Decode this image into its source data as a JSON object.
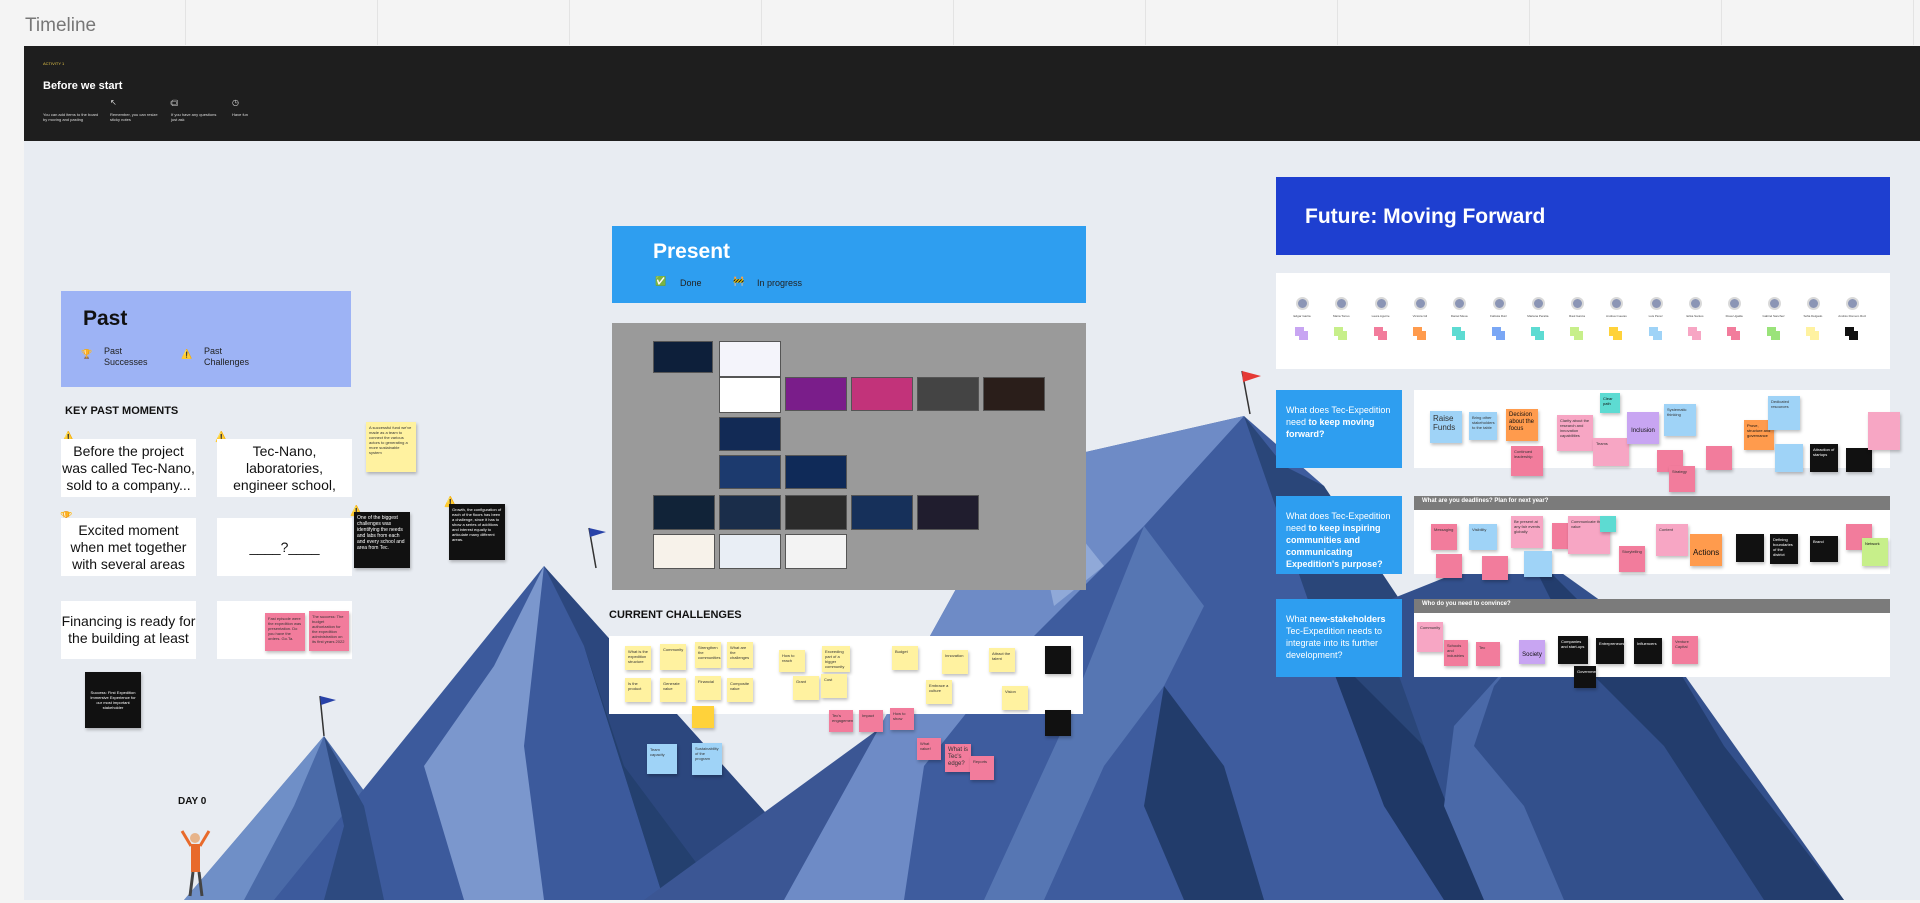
{
  "board": {
    "frame_title": "Timeline",
    "topbar": {
      "activity_label": "ACTIVITY 1",
      "title": "Before we start",
      "tips": [
        {
          "icon": "cursor-icon",
          "text": "You can add items to the board by moving and pasting"
        },
        {
          "icon": "sticky-note-icon",
          "text": "Remember, you can resize sticky notes"
        },
        {
          "icon": "comment-icon",
          "text": "If you have any questions just ask"
        },
        {
          "icon": "timer-icon",
          "text": "Have fun"
        }
      ]
    },
    "past": {
      "title": "Past",
      "legend": [
        {
          "icon": "trophy-icon",
          "glyph": "🏆",
          "line1": "Past",
          "line2": "Successes"
        },
        {
          "icon": "warning-icon",
          "glyph": "⚠️",
          "line1": "Past",
          "line2": "Challenges"
        }
      ],
      "section_label": "KEY PAST MOMENTS",
      "moments": [
        "Before the project was called Tec-Nano, sold to a company...",
        "Tec-Nano, laboratories, engineer school,",
        "Excited moment when met together with several areas",
        "____?____",
        "Financing is ready for the building at least"
      ],
      "notes": {
        "yellow": "A successful fund we've made as a team to connect the various actors to generating a more sustainable system",
        "black1": "One of the biggest challenges was identifying the needs and labs from each and every school and area from Tec.",
        "black2": "Growth, the configuration of each of the floors has been a challenge, since it has to show a series of additions and interest equally to articulate many different areas.",
        "pink1": "Fast episode were the expedition was presentation. Do you have the orders. Go.Ta.",
        "pink2": "The success: The budget authorization for the expedition administration on its first years 2022",
        "black3": "Success: First Expedition Immersive Experience for our most important stakeholder"
      },
      "day_label": "DAY 0"
    },
    "present": {
      "title": "Present",
      "legend": [
        {
          "icon": "check-icon",
          "glyph": "✅",
          "label": "Done"
        },
        {
          "icon": "construction-icon",
          "glyph": "🚧",
          "label": "In progress"
        }
      ],
      "section_label": "CURRENT CHALLENGES",
      "challenge_notes": [
        "What is the expedition structure",
        "Community",
        "Strengthen the communities",
        "What are the challenges",
        "How to reach",
        "Exceeding part of a bigger community",
        "Is the product",
        "Generate value",
        "Financial",
        "Grant",
        "Cost",
        "Composite value",
        "Attract the talent",
        "Embrace a culture",
        "Vision",
        "Budget",
        "Innovation"
      ],
      "pink_notes": [
        "What value!",
        "What is Tec's edge?",
        "How to show",
        "Impact",
        "Tec's engagement",
        "Reports"
      ],
      "blue_notes": [
        "Team capacity",
        "Sustainability of the program"
      ]
    },
    "future": {
      "title": "Future: Moving Forward",
      "participants": [
        "Edgar Garita",
        "Maria Torres",
        "Laura Aguirre",
        "Victoria Gil",
        "Daniel Mesa",
        "Fabiola Ruiz",
        "Mariana Peralta",
        "Raul Garcia",
        "Andrea Cuevas",
        "Luis Pérez",
        "Erika Santos",
        "Rosa Ugalde",
        "Gabriel Sanchez",
        "Sofia Delgado",
        "Andrés Romero Ruiz"
      ],
      "questions": [
        {
          "prefix": "What does Tec-Expedition need",
          "bold": "to keep moving forward?",
          "suffix": ""
        },
        {
          "prefix": "What does Tec-Expedition need",
          "bold": "to keep inspiring communities and communicating Expedition's purpose?",
          "suffix": ""
        },
        {
          "prefix": "What",
          "bold": "new-stakeholders",
          "suffix": "Tec-Expedition needs to integrate into its further development?"
        }
      ],
      "strip_labels": [
        "What are you deadlines? Plan for next year?",
        "Who do you need to convince?"
      ],
      "row1_notes": [
        "Raise Funds",
        "Bring other stakeholders to the table",
        "Decision about the focus",
        "Clarity about the research and innovation capabilities",
        "Clear path",
        "Inclusion",
        "Systematic thinking",
        "Prove, structure and governance",
        "Dedicated resources",
        "Attraction of startups",
        "Continued leadership",
        "Teams",
        "Strategy"
      ],
      "row2_notes": [
        "Messaging",
        "Visibility",
        "Be present at any fair events globally",
        "Communicate the value",
        "Storytelling",
        "Content",
        "Actions",
        "Defining boundaries of the district",
        "Brand",
        "Network"
      ],
      "row3_notes": [
        "Community",
        "Schools and industries",
        "Tec",
        "Society",
        "Companies and start-ups",
        "Entrepreneurs",
        "Influencers",
        "Venture Capital",
        "Government"
      ]
    }
  }
}
